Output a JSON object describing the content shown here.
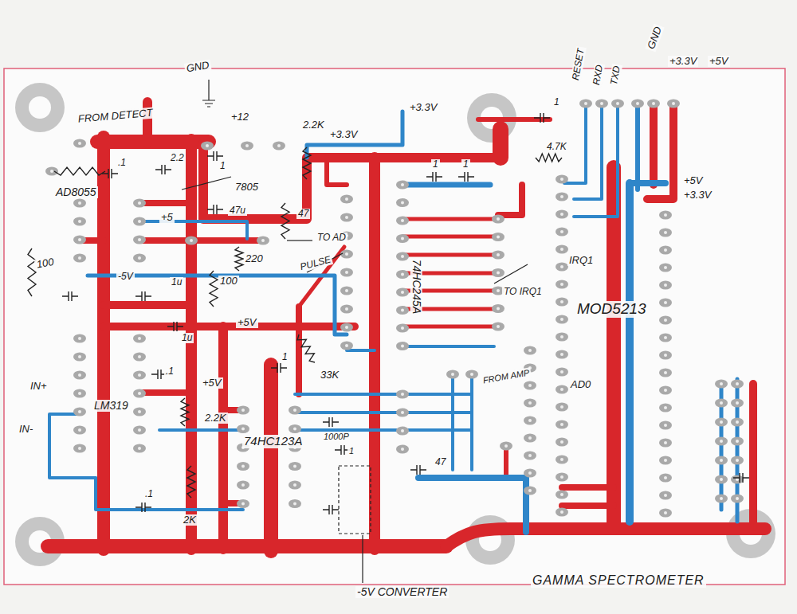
{
  "diagram": {
    "title": "GAMMA SPECTROMETER",
    "labels": [
      "GND",
      "FROM DETECT",
      "2.2K",
      "+3.3V",
      "+3.3V",
      "+12",
      ".1",
      "2.2",
      "7805",
      "+5",
      "1",
      "47u",
      "AD8055",
      "100",
      "47",
      "220",
      "TO AD",
      "PULSE",
      "100",
      "-5V",
      "1u",
      "74HC245A",
      "IRQ1",
      "TO IRQ1",
      "RESET",
      "RXD",
      "TXD",
      "GND",
      "+3.3V",
      "+5V",
      "4.7K",
      "1",
      "+5V",
      "+3.3V",
      "MOD5213",
      "+5V",
      "1u",
      ".1",
      "+5V",
      "IN+",
      "LM319",
      "IN-",
      "2.2K",
      "33K",
      "1",
      "74HC123A",
      "1000P",
      "1",
      "47",
      "FROM AMP",
      "AD0",
      ".1",
      "2K",
      "-5V CONVERTER",
      "1",
      "1"
    ]
  }
}
